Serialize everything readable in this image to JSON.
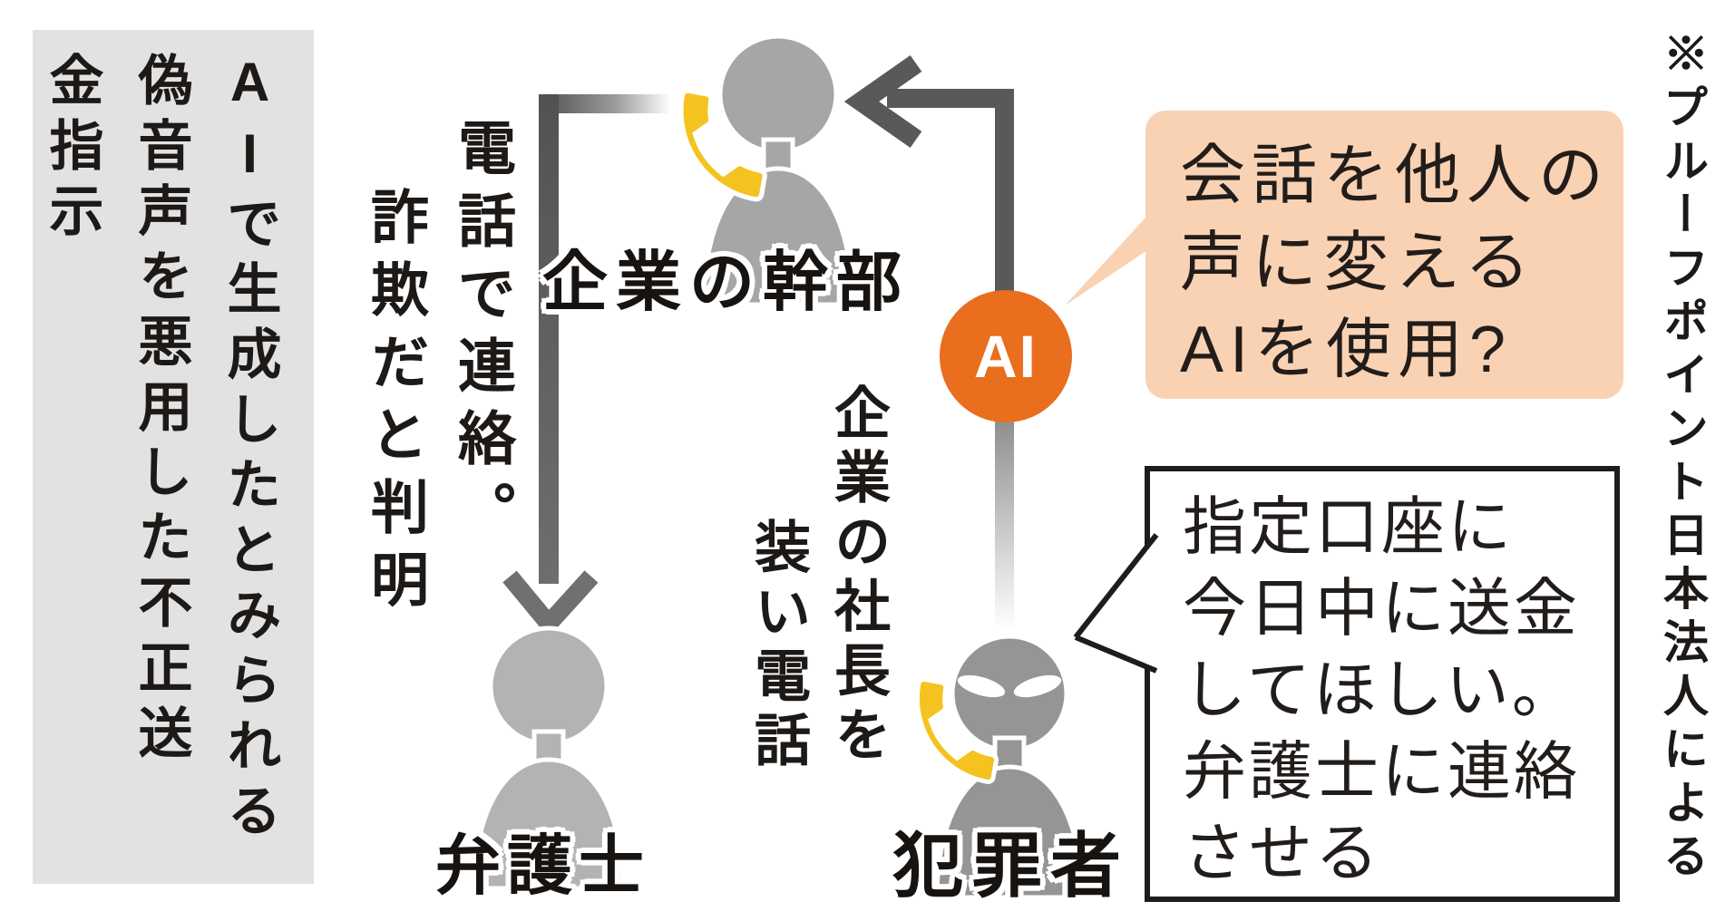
{
  "title": {
    "lines": [
      "AIで生成したとみられる",
      "偽音声を悪用した不正送",
      "金指示"
    ]
  },
  "source_note": "※プルーフポイント日本法人による",
  "ai_badge": {
    "label": "AI"
  },
  "actors": {
    "executive": {
      "label": "企業の幹部"
    },
    "lawyer": {
      "label": "弁護士"
    },
    "criminal": {
      "label": "犯罪者"
    }
  },
  "annotations": {
    "phone_contact": {
      "lines": [
        "電話で連絡。",
        "詐欺だと判明"
      ]
    },
    "impersonation": {
      "lines": [
        "企業の社長を",
        "装い電話"
      ]
    }
  },
  "speech_bubbles": {
    "ai_voice": {
      "lines": [
        "会話を他人の",
        "声に変える",
        "AIを使用?"
      ]
    },
    "instruction": {
      "lines": [
        "指定口座に",
        "今日中に送金",
        "してほしい。",
        "弁護士に連絡",
        "させる"
      ]
    }
  },
  "colors": {
    "title_background": "#e2e2e2",
    "ai_badge": "#e96e1e",
    "bubble_peach": "#f9d2b4",
    "arrow_gray": "#58595b",
    "figure_gray": "#a6a6a6",
    "criminal_gray": "#959595",
    "phone_yellow": "#f4c320",
    "text_black": "#1d1916"
  }
}
